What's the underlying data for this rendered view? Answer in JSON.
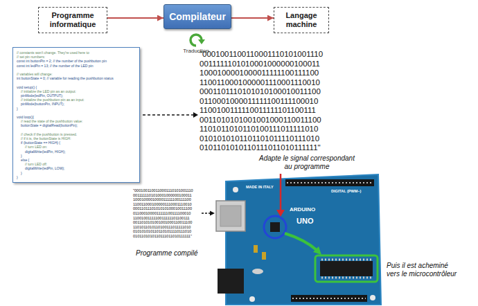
{
  "diagram": {
    "nodes": [
      {
        "text": [
          "Programme informatique"
        ]
      },
      {
        "text": [
          "Compilateur"
        ]
      },
      {
        "text": [
          "Langage machine"
        ]
      },
      {
        "text": [
          "// constants won't change. They're used here to",
          "// set pin numbers:",
          "const int buttonPin = 2; // the number of the pushbutton pin",
          "const int ledPin = 13; // the number of the LED pin",
          "// variables will change:",
          "int buttonState = 0; // variable for reading the pushbutton status",
          "void setup() {",
          "// initialize the LED pin as an output:",
          "pinMode(ledPin, OUTPUT);",
          "// initialize the pushbutton pin as an input:",
          "pinMode(buttonPin, INPUT);",
          "}",
          "void loop(){",
          "// read the state of the pushbutton value:",
          "buttonState = digitalRead(buttonPin);",
          "// check if the pushbutton is pressed.",
          "// if it is, the buttonState is HIGH:",
          "if (buttonState == HIGH) {",
          "// turn LED on:",
          "digitalWrite(ledPin, HIGH);",
          "}",
          "else {",
          "// turn LED off:",
          "digitalWrite(ledPin, LOW);",
          "}",
          "}"
        ]
      }
    ],
    "edges": [
      {
        "from": 0,
        "to": 1,
        "arrow": "to"
      },
      {
        "from": 1,
        "to": 2,
        "arrow": "to"
      }
    ],
    "labels": [
      "Traduction",
      "\"0001001100110001110101001110 0011111101010001000000100011 1000100001000011111100111100 1100110001000001110001110010 0001101110101010100010011100 0110001000011111100111100010 1100100111110011111101100111 0011010101001001000110011100 1101011010110100111011111010 0101010101101101011110111010 0101101010110111011010111111\"",
      "Adapte le signal correspondant au programme",
      "\"0001001100110001110101001110 0011111101010001000000100011 1000100001000011111100111100 1100110001000001110001110010 0001101110101010100010011100 0110001000011111100111100010 1100100111110011111101100111 0011010101001001000110011100 1101011010110100111011111010 0101010101101101011110111010 0101101010110111011010111111\"",
      "Programme compilé",
      "Puis il est acheminé vers le microcontrôleur",
      "MADE IN ITALY",
      "ARDUINO",
      "UNO",
      "DIGITAL (PWM~)"
    ]
  }
}
